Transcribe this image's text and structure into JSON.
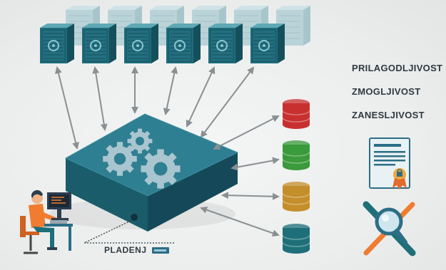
{
  "features": [
    "PRILAGODLJIVOST",
    "ZMOGLJIVOST",
    "ZANESLJIVOST"
  ],
  "central_label": "PLADENJ",
  "colors": {
    "server_teal": "#1e6d7c",
    "box_top": "#2e7f91",
    "gear": "#a9c5cf",
    "db_red": "#c8302f",
    "db_green": "#3a9a3c",
    "db_gold": "#c48f2b",
    "db_teal": "#1e6f79",
    "arrow": "#8a8f92"
  },
  "icons": [
    "server-rack-icon",
    "gear-icon",
    "database-icon",
    "certificate-icon",
    "magnifier-icon",
    "person-at-computer-icon"
  ]
}
